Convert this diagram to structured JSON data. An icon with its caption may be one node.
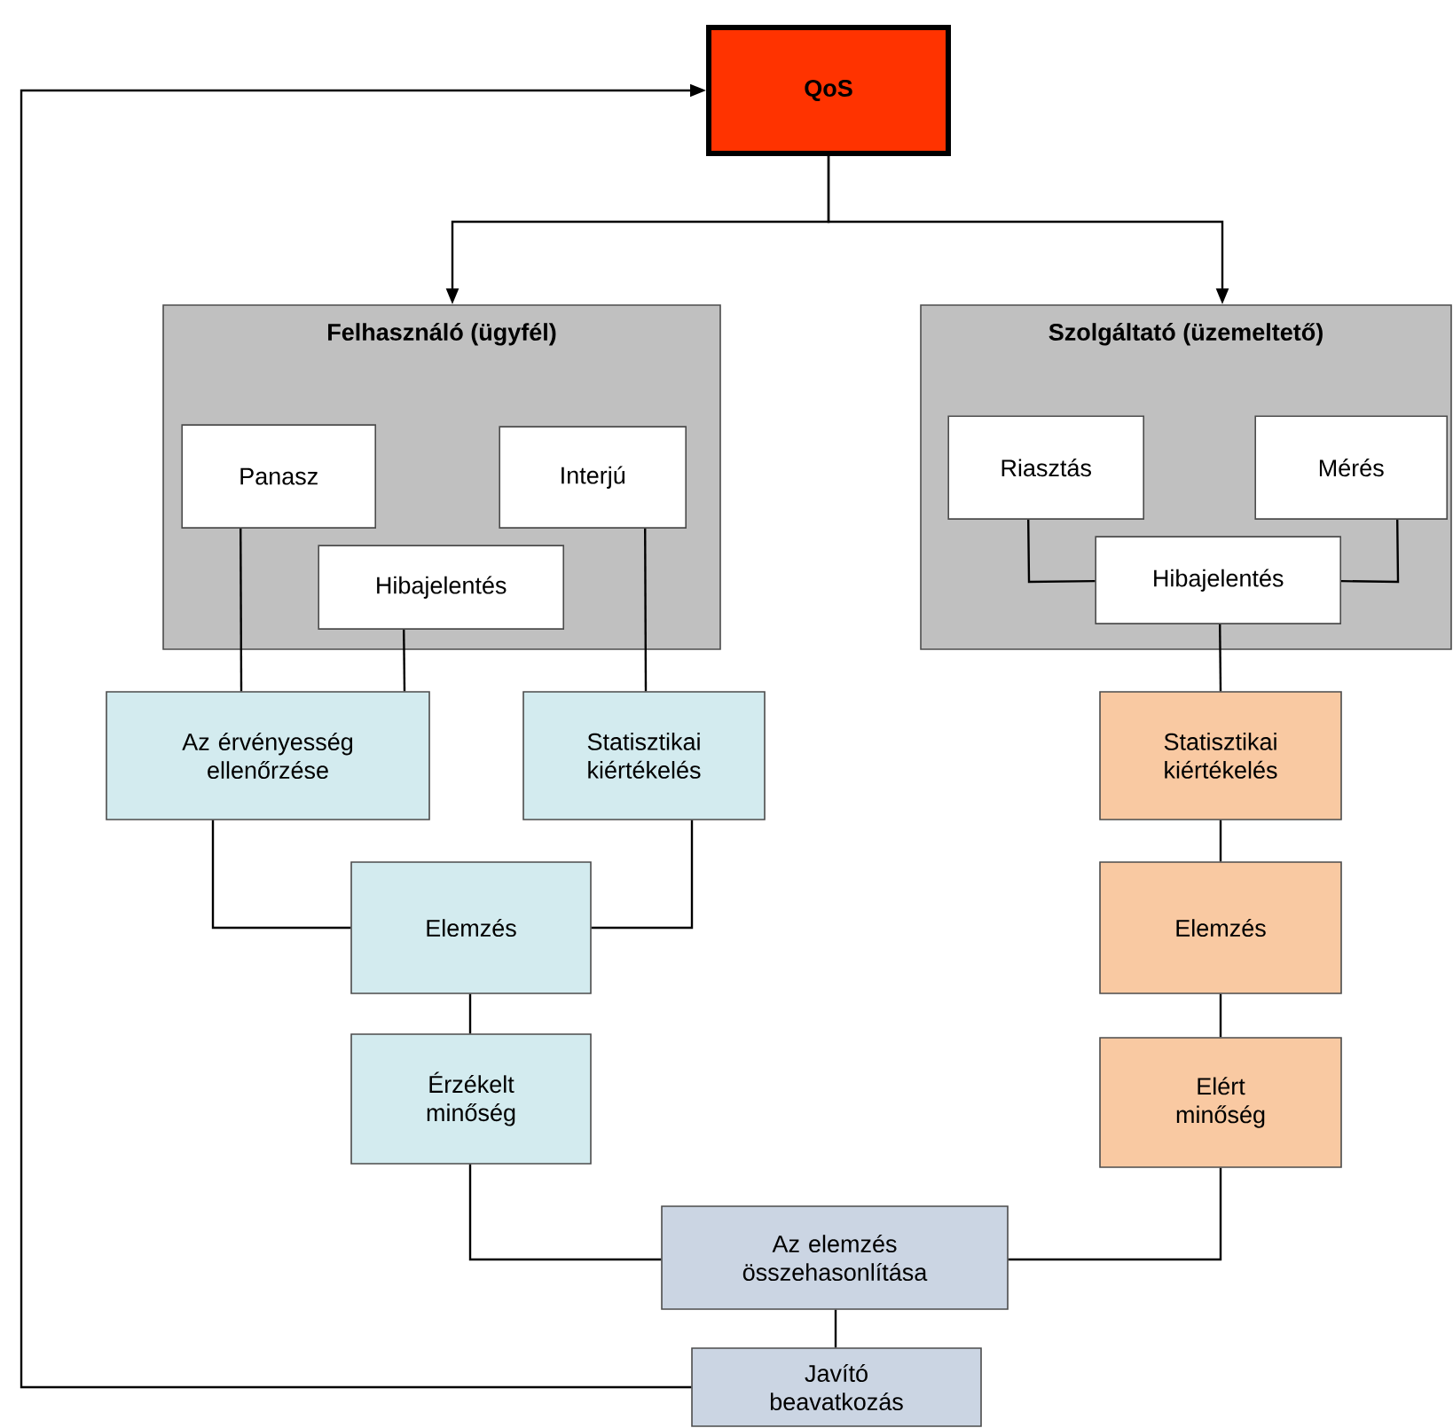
{
  "diagram": {
    "nodes": [
      {
        "text": [
          "QoS"
        ]
      },
      {
        "text": [
          "Felhasználó (ügyfél)"
        ]
      },
      {
        "text": [
          "Panasz"
        ],
        "in": 1
      },
      {
        "text": [
          "Interjú"
        ],
        "in": 1
      },
      {
        "text": [
          "Hibajelentés"
        ],
        "in": 1
      },
      {
        "text": [
          "Szolgáltató (üzemeltető)"
        ]
      },
      {
        "text": [
          "Riasztás"
        ],
        "in": 5
      },
      {
        "text": [
          "Mérés"
        ],
        "in": 5
      },
      {
        "text": [
          "Hibajelentés"
        ],
        "in": 5
      },
      {
        "text": [
          "Az érvényesség ellenőrzése"
        ]
      },
      {
        "text": [
          "Statisztikai kiértékelés"
        ]
      },
      {
        "text": [
          "Elemzés"
        ]
      },
      {
        "text": [
          "Érzékelt minőség"
        ]
      },
      {
        "text": [
          "Statisztikai kiértékelés"
        ]
      },
      {
        "text": [
          "Elemzés"
        ]
      },
      {
        "text": [
          "Elért minőség"
        ]
      },
      {
        "text": [
          "Az elemzés összehasonlítása"
        ]
      },
      {
        "text": [
          "Javító beavatkozás"
        ]
      }
    ],
    "edges": [
      {
        "from": 0,
        "to": 1,
        "arrow": "to"
      },
      {
        "from": 0,
        "to": 5,
        "arrow": "to"
      },
      {
        "from": 17,
        "to": 0,
        "arrow": "to"
      },
      {
        "from": 2,
        "to": 9,
        "arrow": "none"
      },
      {
        "from": 4,
        "to": 9,
        "arrow": "none"
      },
      {
        "from": 3,
        "to": 10,
        "arrow": "none"
      },
      {
        "from": 6,
        "to": 8,
        "arrow": "none"
      },
      {
        "from": 7,
        "to": 8,
        "arrow": "none"
      },
      {
        "from": 8,
        "to": 13,
        "arrow": "none"
      },
      {
        "from": 9,
        "to": 11,
        "arrow": "none"
      },
      {
        "from": 10,
        "to": 11,
        "arrow": "none"
      },
      {
        "from": 11,
        "to": 12,
        "arrow": "none"
      },
      {
        "from": 13,
        "to": 14,
        "arrow": "none"
      },
      {
        "from": 14,
        "to": 15,
        "arrow": "none"
      },
      {
        "from": 12,
        "to": 16,
        "arrow": "none"
      },
      {
        "from": 15,
        "to": 16,
        "arrow": "none"
      },
      {
        "from": 16,
        "to": 17,
        "arrow": "none"
      }
    ]
  }
}
